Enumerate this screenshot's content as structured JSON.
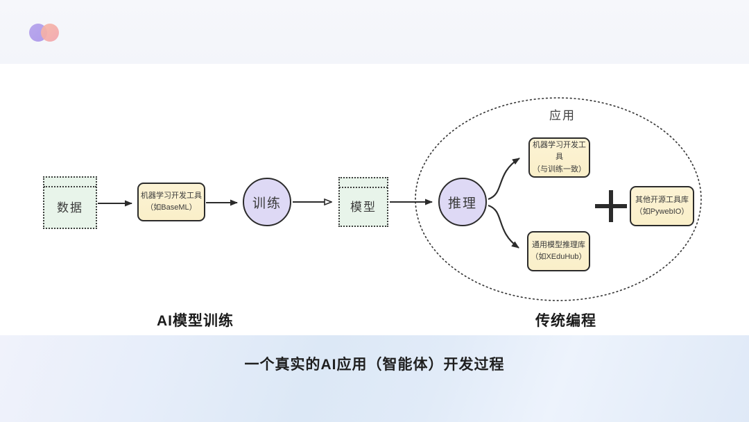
{
  "colors": {
    "yellow_box_fill": "#fbf1cd",
    "green_box_fill": "#e8f4ea",
    "circle_fill": "#ded9f5",
    "stroke": "#2b2b2b",
    "top_band": "#f6f7fb",
    "bottom_band": "#dde9f7",
    "logo_purple": "#b3a1e8",
    "logo_pink": "#f4ab9e"
  },
  "diagram": {
    "data_box": "数据",
    "train_tool_box": {
      "line1": "机器学习开发工具",
      "line2": "（如BaseML）"
    },
    "train_circle": "训练",
    "model_box": "模型",
    "infer_circle": "推理",
    "app_label": "应用",
    "app_tool_box": {
      "line1": "机器学习开发工具",
      "line2": "（与训练一致）"
    },
    "infer_lib_box": {
      "line1": "通用模型推理库",
      "line2": "（如XEduHub）"
    },
    "other_lib_box": {
      "line1": "其他开源工具库",
      "line2": "（如PywebIO）"
    }
  },
  "section_labels": {
    "left": "AI模型训练",
    "right": "传统编程"
  },
  "caption": "一个真实的AI应用（智能体）开发过程"
}
